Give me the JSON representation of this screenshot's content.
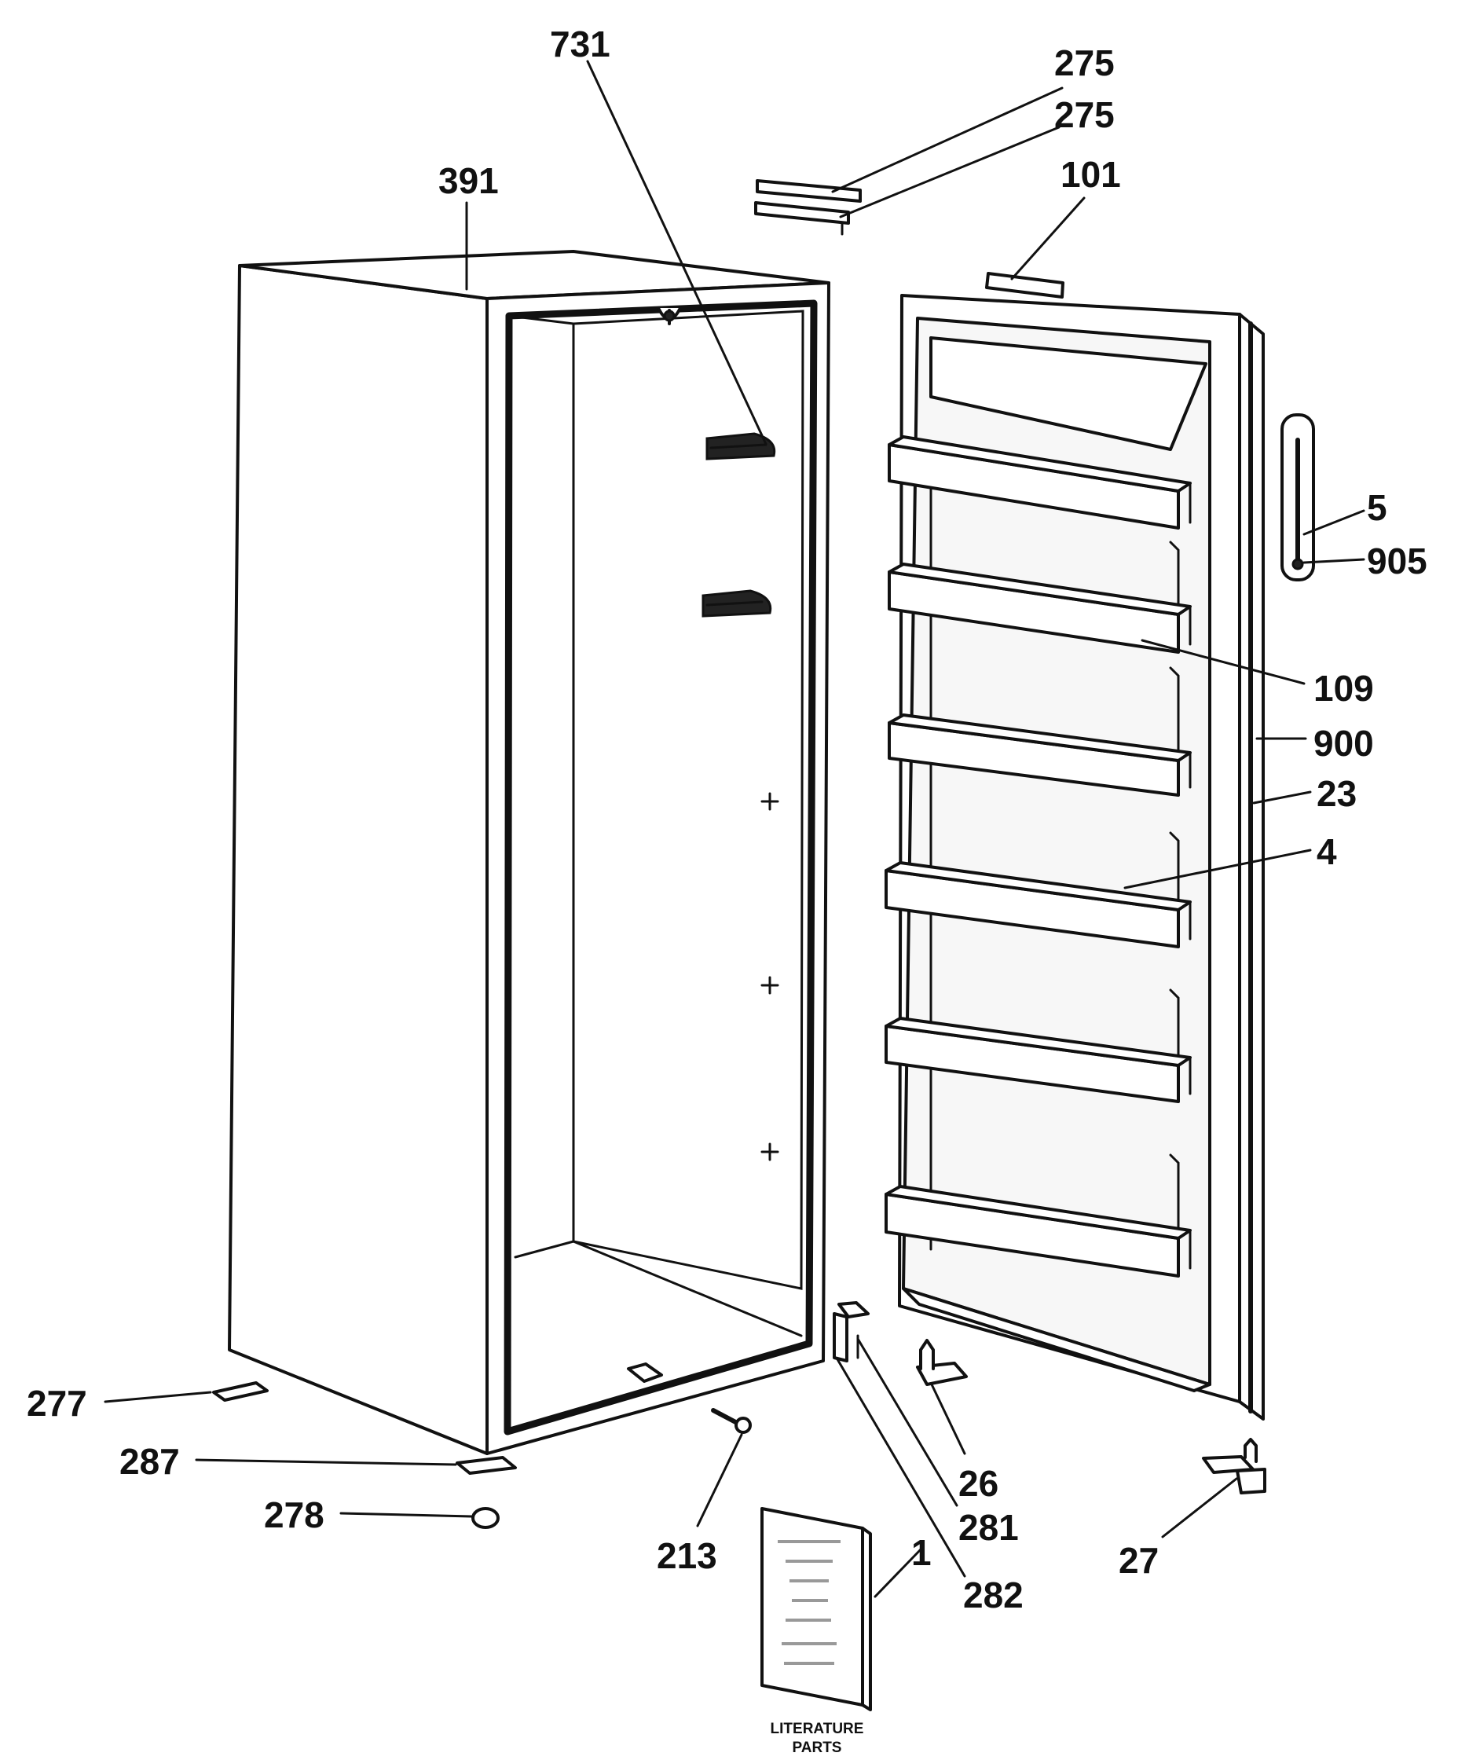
{
  "callouts": [
    {
      "id": "731",
      "label": "731"
    },
    {
      "id": "275a",
      "label": "275"
    },
    {
      "id": "275b",
      "label": "275"
    },
    {
      "id": "101",
      "label": "101"
    },
    {
      "id": "391",
      "label": "391"
    },
    {
      "id": "5",
      "label": "5"
    },
    {
      "id": "905",
      "label": "905"
    },
    {
      "id": "109",
      "label": "109"
    },
    {
      "id": "900",
      "label": "900"
    },
    {
      "id": "23",
      "label": "23"
    },
    {
      "id": "4",
      "label": "4"
    },
    {
      "id": "277",
      "label": "277"
    },
    {
      "id": "287",
      "label": "287"
    },
    {
      "id": "278",
      "label": "278"
    },
    {
      "id": "213",
      "label": "213"
    },
    {
      "id": "1",
      "label": "1"
    },
    {
      "id": "26",
      "label": "26"
    },
    {
      "id": "281",
      "label": "281"
    },
    {
      "id": "282",
      "label": "282"
    },
    {
      "id": "27",
      "label": "27"
    }
  ],
  "literature": {
    "line1": "LITERATURE",
    "line2": "PARTS"
  }
}
